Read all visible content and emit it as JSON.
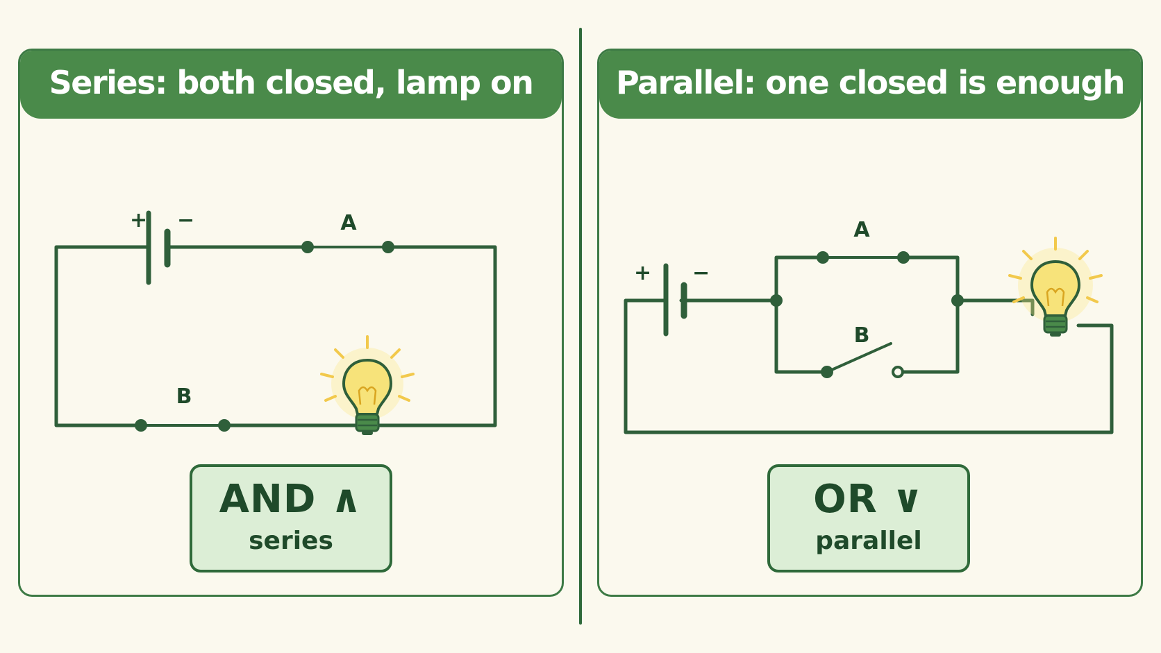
{
  "panels": {
    "series": {
      "title": "Series: both closed, lamp on",
      "battery": {
        "plus": "+",
        "minus": "−"
      },
      "switch_a": "A",
      "switch_b": "B",
      "gate": {
        "title": "AND ∧",
        "subtitle": "series"
      }
    },
    "parallel": {
      "title": "Parallel: one closed is enough",
      "battery": {
        "plus": "+",
        "minus": "−"
      },
      "switch_a": "A",
      "switch_b": "B",
      "gate": {
        "title": "OR ∨",
        "subtitle": "parallel"
      }
    }
  },
  "colors": {
    "header": "#4a8a4a",
    "wire": "#2f5f3a",
    "background": "#fbf9ee",
    "gate_fill": "#dceed6",
    "bulb": "#f7e37a"
  }
}
